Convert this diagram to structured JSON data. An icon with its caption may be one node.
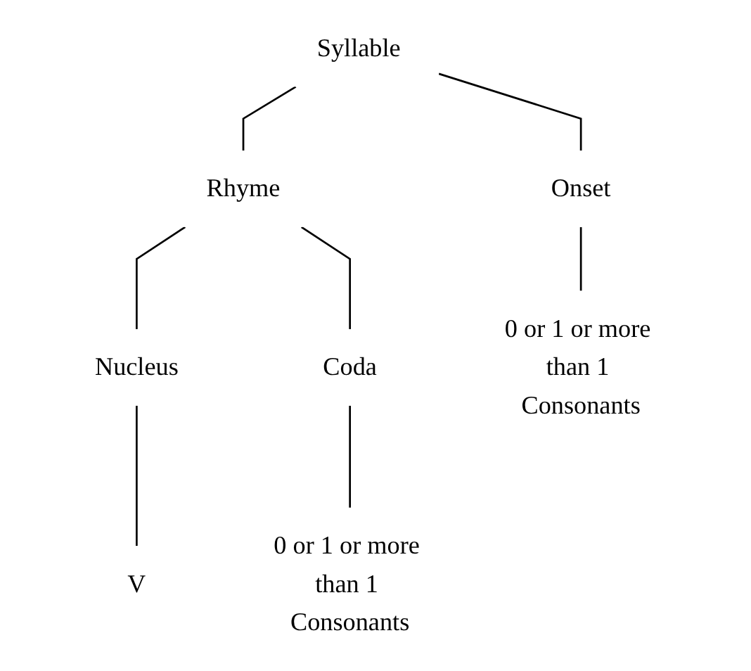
{
  "diagram": {
    "nodes": [
      {
        "text": [
          "Syllable"
        ]
      },
      {
        "text": [
          "Onset"
        ]
      },
      {
        "text": [
          "Rhyme"
        ]
      },
      {
        "text": [
          "Nucleus"
        ]
      },
      {
        "text": [
          "Coda"
        ]
      },
      {
        "text": [
          "0 or 1 or more than 1 Consonants"
        ]
      },
      {
        "text": [
          "V"
        ]
      },
      {
        "text": [
          "0 or 1 or more than 1 Consonants"
        ]
      }
    ],
    "edges": [
      {
        "from": 0,
        "to": 1,
        "arrow": "none"
      },
      {
        "from": 0,
        "to": 2,
        "arrow": "none"
      },
      {
        "from": 2,
        "to": 3,
        "arrow": "none"
      },
      {
        "from": 2,
        "to": 4,
        "arrow": "none"
      },
      {
        "from": 1,
        "to": 5,
        "arrow": "none"
      },
      {
        "from": 3,
        "to": 6,
        "arrow": "none"
      },
      {
        "from": 4,
        "to": 7,
        "arrow": "none"
      }
    ]
  }
}
